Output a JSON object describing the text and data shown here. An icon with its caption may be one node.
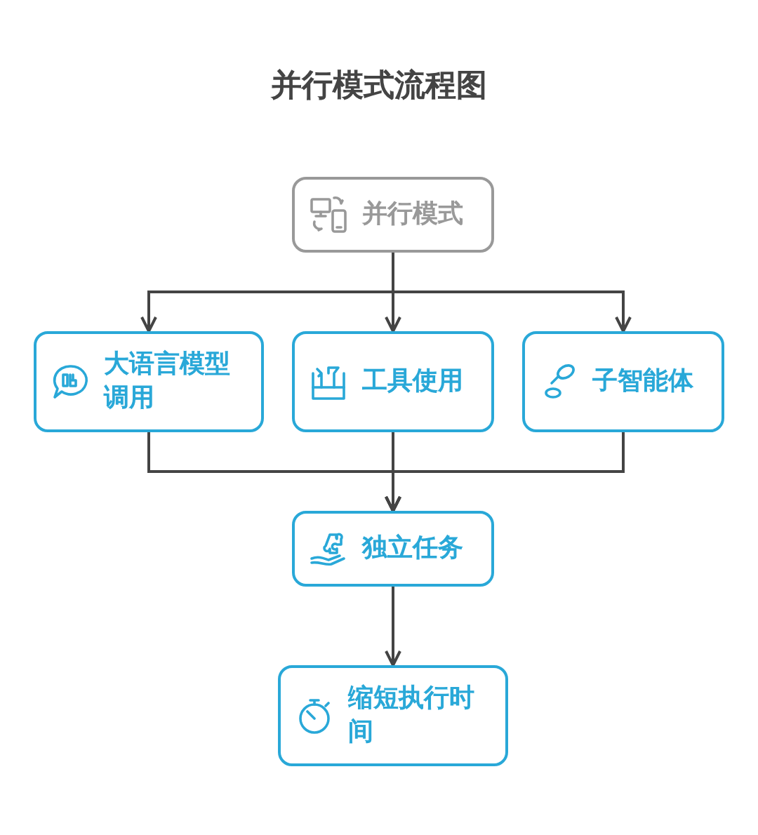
{
  "diagram": {
    "title": "并行模式流程图",
    "nodes": [
      {
        "text": [
          "并行模式"
        ]
      },
      {
        "text": [
          "大语言模型调用"
        ]
      },
      {
        "text": [
          "工具使用"
        ]
      },
      {
        "text": [
          "子智能体"
        ]
      },
      {
        "text": [
          "独立任务"
        ]
      },
      {
        "text": [
          "缩短执行时间"
        ]
      }
    ],
    "edges": [
      {
        "from": 0,
        "to": 1,
        "arrow": "to"
      },
      {
        "from": 0,
        "to": 2,
        "arrow": "to"
      },
      {
        "from": 0,
        "to": 3,
        "arrow": "to"
      },
      {
        "from": 1,
        "to": 4,
        "arrow": "to"
      },
      {
        "from": 2,
        "to": 4,
        "arrow": "to"
      },
      {
        "from": 3,
        "to": 4,
        "arrow": "to"
      },
      {
        "from": 4,
        "to": 5,
        "arrow": "to"
      }
    ]
  }
}
